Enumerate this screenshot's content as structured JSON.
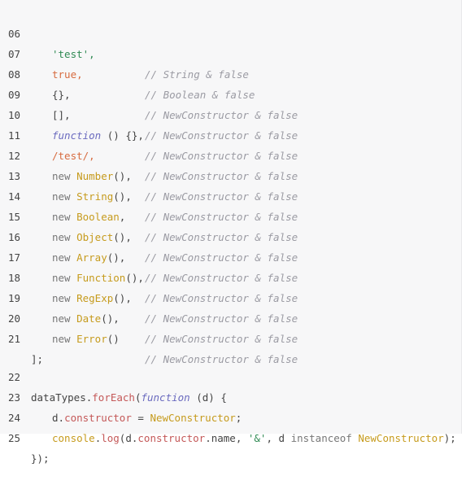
{
  "colors": {
    "background": "#f7f7f8",
    "comment": "#9b9ba3",
    "string": "#2f8a53",
    "literal": "#d76b3f",
    "constructor": "#c69b1d",
    "function_keyword": "#6b6bbf",
    "property": "#c45858"
  },
  "lines": [
    {
      "num": "06",
      "a": "'test',",
      "comment": "// String & false"
    },
    {
      "num": "07",
      "a": "true,",
      "comment": "// Boolean & false"
    },
    {
      "num": "08",
      "a": "{},",
      "comment": "// NewConstructor & false"
    },
    {
      "num": "09",
      "a": "[],",
      "comment": "// NewConstructor & false"
    },
    {
      "num": "10",
      "kw": "function",
      "rest": " () {},",
      "comment": "// NewConstructor & false"
    },
    {
      "num": "11",
      "a": "/test/,",
      "comment": "// NewConstructor & false"
    },
    {
      "num": "12",
      "kw": "new",
      "ctor": "Number",
      "rest": "(),",
      "comment": "// NewConstructor & false"
    },
    {
      "num": "13",
      "kw": "new",
      "ctor": "String",
      "rest": "(),",
      "comment": "// NewConstructor & false"
    },
    {
      "num": "14",
      "kw": "new",
      "ctor": "Boolean",
      "rest": ",",
      "comment": "// NewConstructor & false"
    },
    {
      "num": "15",
      "kw": "new",
      "ctor": "Object",
      "rest": "(),",
      "comment": "// NewConstructor & false"
    },
    {
      "num": "16",
      "kw": "new",
      "ctor": "Array",
      "rest": "(),",
      "comment": "// NewConstructor & false"
    },
    {
      "num": "17",
      "kw": "new",
      "ctor": "Function",
      "rest": "(),",
      "comment": "// NewConstructor & false"
    },
    {
      "num": "18",
      "kw": "new",
      "ctor": "RegExp",
      "rest": "(),",
      "comment": "// NewConstructor & false"
    },
    {
      "num": "19",
      "kw": "new",
      "ctor": "Date",
      "rest": "(),",
      "comment": "// NewConstructor & false"
    },
    {
      "num": "20",
      "kw": "new",
      "ctor": "Error",
      "rest": "()",
      "comment": "// NewConstructor & false"
    },
    {
      "num": "21",
      "text": "];"
    },
    {
      "num": "22",
      "id": "dataTypes",
      "dot": ".",
      "method": "forEach",
      "open": "(",
      "fkw": "function",
      "rest": " (d) {"
    },
    {
      "num": "23",
      "p1": "d",
      "dot": ".",
      "p2": "constructor",
      "rest": " = ",
      "ctor": "NewConstructor",
      "end": ";"
    },
    {
      "num": "24",
      "p1": "console",
      "dot": ".",
      "method": "log",
      "rest1": "(d",
      "dot2": ".",
      "p2": "constructor",
      "rest2": ".name, ",
      "str": "'&'",
      "rest3": ", d ",
      "kw": "instanceof",
      "sp": " ",
      "ctor": "NewConstructor",
      "end": ");"
    },
    {
      "num": "25",
      "text": "});"
    }
  ]
}
